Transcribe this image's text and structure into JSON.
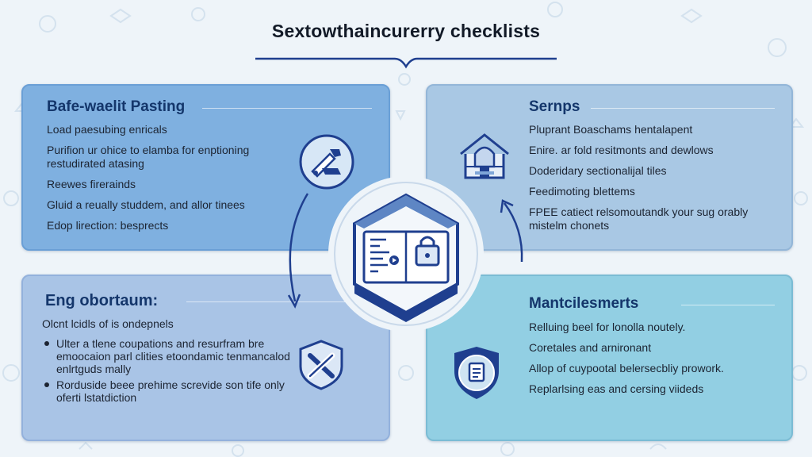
{
  "title": "Sextowthaincurerry checklists",
  "cards": [
    {
      "title": "Bafe-waelit Pasting",
      "items": [
        "Load paesubing enricals",
        "Purifion ur ohice to elamba for enptioning restudirated atasing",
        "Reewes firerainds",
        "Gluid a reually studdem, and allor tinees",
        "Edop lirection: besprects"
      ],
      "icon": "tools-wrench-icon"
    },
    {
      "title": "Sernps",
      "items": [
        "Pluprant Boaschams hentalapent",
        "Enire. ar fold resitmonts and dewlows",
        "Doderidary sectionalijal tiles",
        "Feedimoting blettems",
        "FPEE catiect relsomoutandk your sug orably mistelm chonets"
      ],
      "icon": "building-dome-icon"
    },
    {
      "title": "Eng obortaum:",
      "intro": "Olcnt lcidls of is ondepnels",
      "bullets": [
        "Ulter a tlene coupations and resurfram bre emoocaion parl clities etoondamic tenmancalod enlrtguds mally",
        "Rorduside beee prehime screvide son tife only oferti lstatdiction"
      ],
      "icon": "crossed-tools-icon"
    },
    {
      "title": "Mantcilesmerts",
      "items": [
        "Relluing beel for lonolla noutely.",
        "Coretales and arnironant",
        "Allop of cuypootal belersecbliy prowork.",
        "Replarlsing eas and cersing viideds"
      ],
      "icon": "shield-document-icon"
    }
  ],
  "colors": {
    "accent": "#1f3f8f",
    "card1": "#7fb0e0",
    "card2": "#a9c8e4",
    "card3": "#a9c4e6",
    "card4": "#92cfe3"
  }
}
